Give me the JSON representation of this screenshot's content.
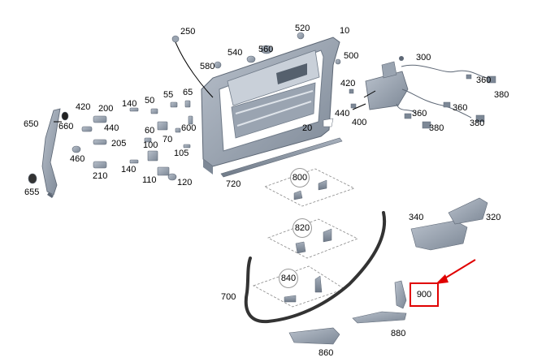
{
  "diagram": {
    "labels": {
      "n250": "250",
      "n520": "520",
      "n10": "10",
      "n540": "540",
      "n560": "560",
      "n580": "580",
      "n500": "500",
      "n300": "300",
      "n360a": "360",
      "n380a": "380",
      "n420a": "420",
      "n440a": "440",
      "n400": "400",
      "n360b": "360",
      "n380b": "380",
      "n360c": "360",
      "n380c": "380",
      "n20": "20",
      "n650": "650",
      "n420b": "420",
      "n200": "200",
      "n660": "660",
      "n440b": "440",
      "n140a": "140",
      "n50": "50",
      "n55": "55",
      "n65": "65",
      "n60": "60",
      "n70": "70",
      "n600": "600",
      "n205": "205",
      "n460": "460",
      "n100": "100",
      "n105": "105",
      "n210": "210",
      "n140b": "140",
      "n110": "110",
      "n120": "120",
      "n655": "655",
      "n720": "720",
      "n800": "800",
      "n820": "820",
      "n840": "840",
      "n700": "700",
      "n340": "340",
      "n320": "320",
      "n900": "900",
      "n880": "880",
      "n860": "860"
    },
    "highlight_color": "#e00000"
  }
}
